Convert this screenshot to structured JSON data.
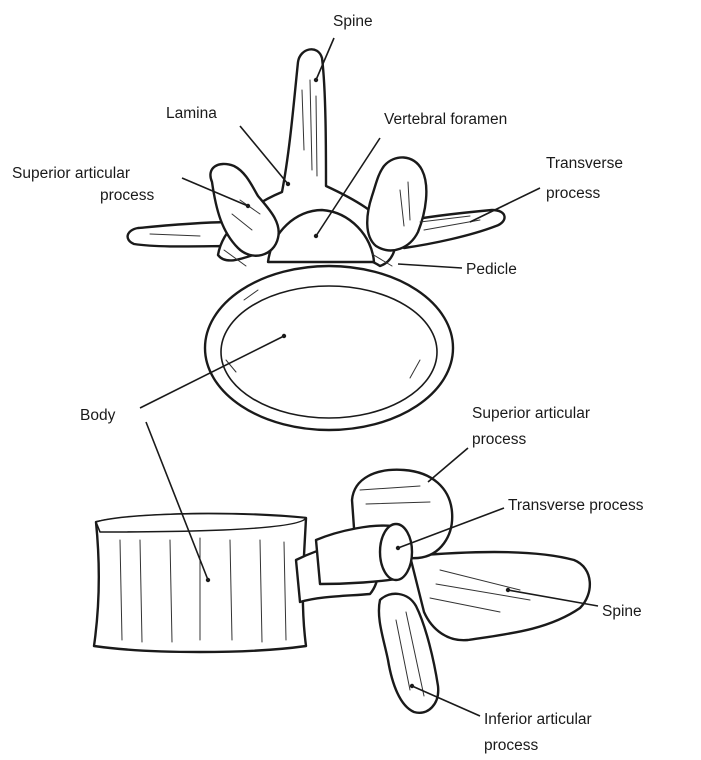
{
  "top_view": {
    "spine": "Spine",
    "lamina": "Lamina",
    "vertebral_foramen": "Vertebral foramen",
    "superior_articular_process": [
      "Superior articular",
      "process"
    ],
    "transverse_process": [
      "Transverse",
      "process"
    ],
    "pedicle": "Pedicle"
  },
  "shared": {
    "body": "Body"
  },
  "side_view": {
    "superior_articular_process": [
      "Superior articular",
      "process"
    ],
    "transverse_process": "Transverse process",
    "spine": "Spine",
    "inferior_articular_process": [
      "Inferior articular",
      "process"
    ]
  }
}
